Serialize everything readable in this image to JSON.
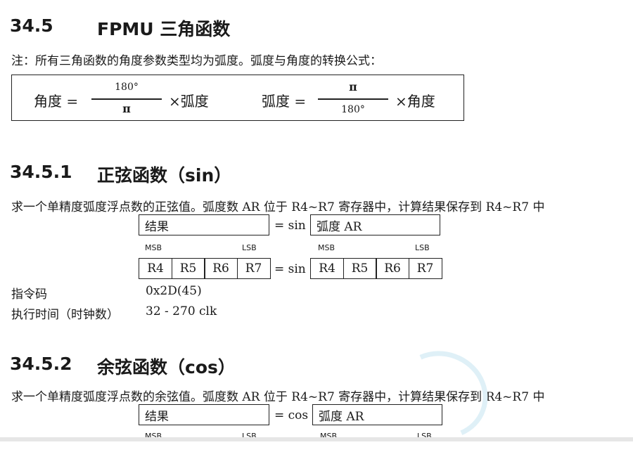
{
  "section": {
    "num": "34.5",
    "title": "FPMU 三角函数"
  },
  "note": "注：所有三角函数的角度参数类型均为弧度。弧度与角度的转换公式：",
  "formula": {
    "left_lhs": "角度 =",
    "left_num": "180°",
    "left_den": "π",
    "left_rhs": "×弧度",
    "right_lhs": "弧度 =",
    "right_num": "π",
    "right_den": "180°",
    "right_rhs": "×角度"
  },
  "sin": {
    "num": "34.5.1",
    "title": "正弦函数（sin）",
    "desc": "求一个单精度弧度浮点数的正弦值。弧度数 AR 位于 R4~R7 寄存器中，计算结果保存到 R4~R7 中",
    "result_label": "结果",
    "eq_label": "= sin",
    "arg_label": "弧度 AR",
    "msb": "MSB",
    "lsb": "LSB",
    "regs": [
      "R4",
      "R5",
      "R6",
      "R7"
    ],
    "opcode_label": "指令码",
    "opcode_value": "0x2D(45)",
    "time_label": "执行时间（时钟数）",
    "time_value": "32 - 270 clk"
  },
  "cos": {
    "num": "34.5.2",
    "title": "余弦函数（cos）",
    "desc": "求一个单精度弧度浮点数的余弦值。弧度数 AR 位于 R4~R7 寄存器中，计算结果保存到 R4~R7 中",
    "result_label": "结果",
    "eq_label": "= cos",
    "arg_label": "弧度 AR",
    "msb": "MSB",
    "lsb": "LSB"
  }
}
